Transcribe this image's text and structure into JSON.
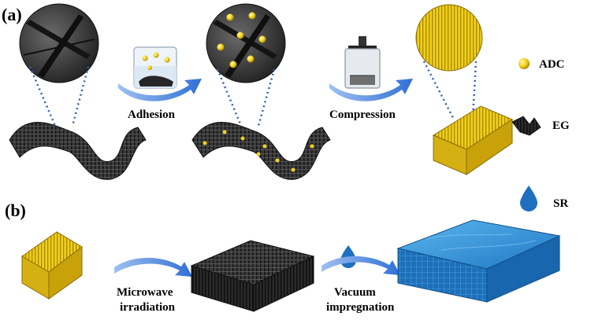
{
  "panels": {
    "a": {
      "label": "(a)",
      "steps": [
        "Adhesion",
        "Compression"
      ]
    },
    "b": {
      "label": "(b)",
      "steps": [
        [
          "Microwave",
          "irradiation"
        ],
        [
          "Vacuum",
          "impregnation"
        ]
      ]
    }
  },
  "legend": [
    {
      "key": "adc",
      "label": "ADC",
      "icon": "yellow-sphere-icon",
      "color": "#f2d21b"
    },
    {
      "key": "eg",
      "label": "EG",
      "icon": "graphite-flake-icon",
      "color": "#333333"
    },
    {
      "key": "sr",
      "label": "SR",
      "icon": "blue-droplet-icon",
      "color": "#1f6fc0"
    }
  ],
  "colors": {
    "arrow": "#2f6fd6",
    "graphite": "#2f2f2f",
    "gold": "#e8c81a",
    "resin": "#1e7fc9",
    "dots": "#2e5fb0"
  }
}
